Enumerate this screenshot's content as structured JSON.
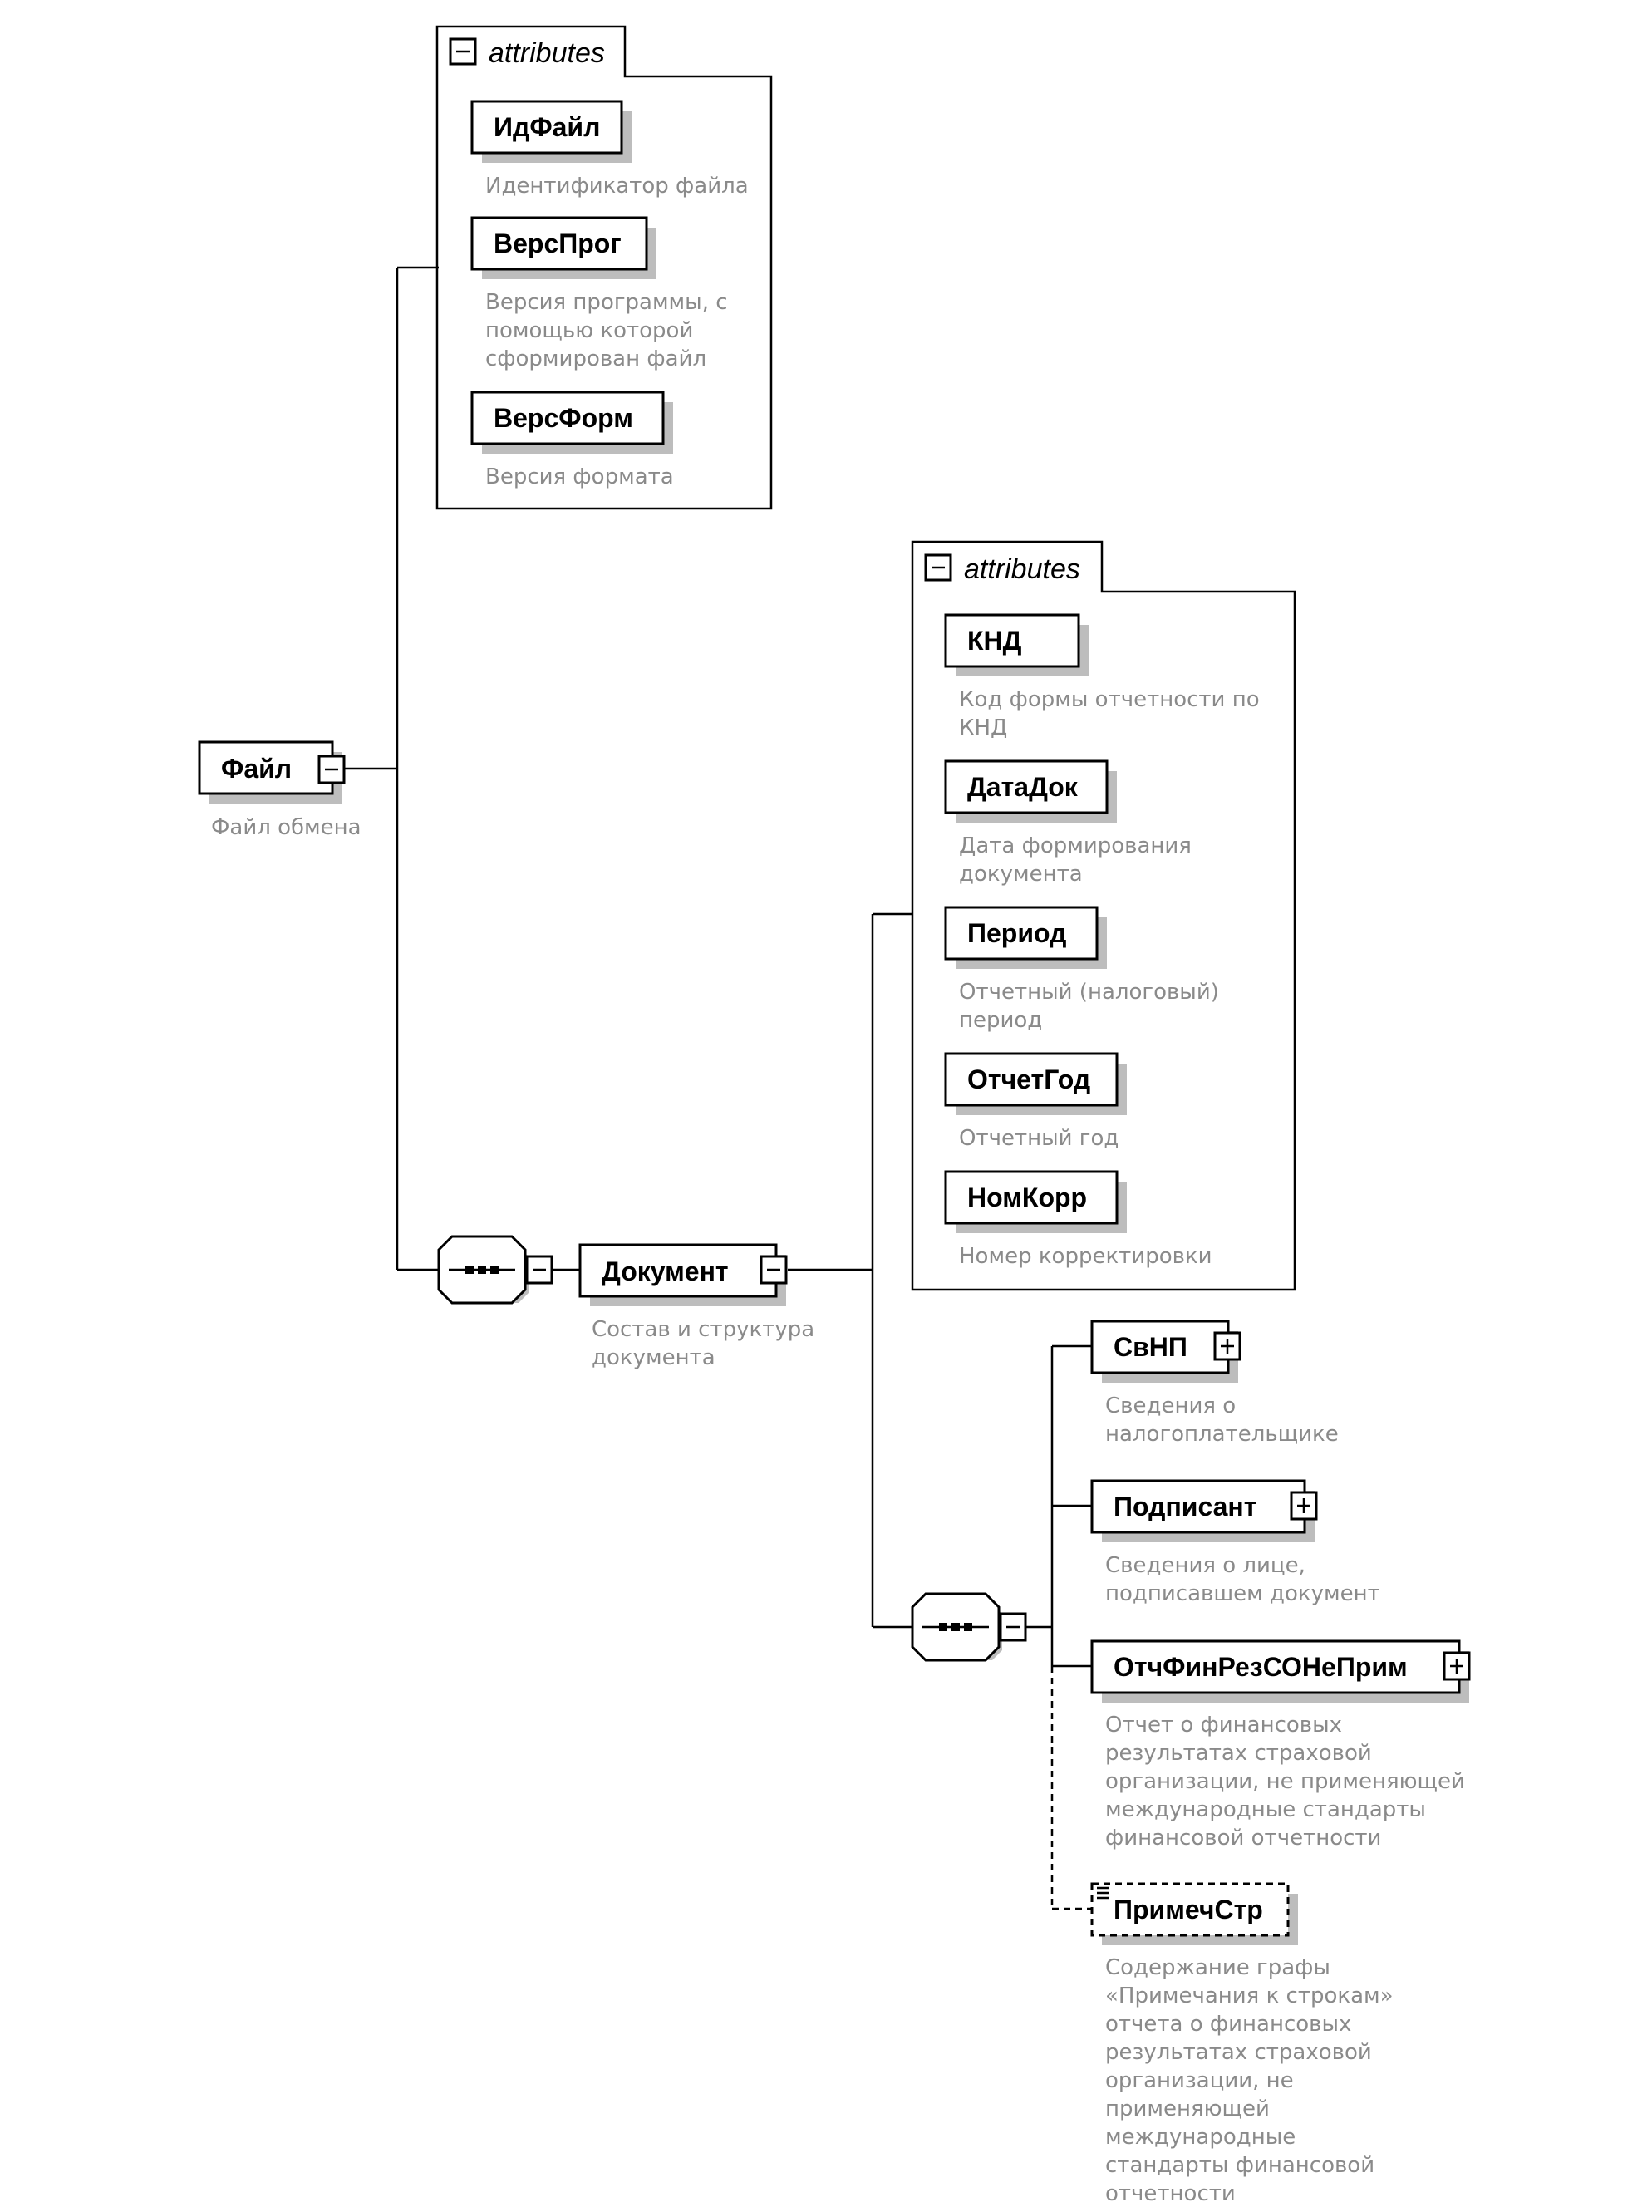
{
  "attributes_group_label": "attributes",
  "root": {
    "name": "Файл",
    "description": "Файл обмена"
  },
  "file_attributes": [
    {
      "name": "ИдФайл",
      "description": [
        "Идентификатор файла"
      ]
    },
    {
      "name": "ВерсПрог",
      "description": [
        "Версия программы, с",
        "помощью которой",
        "сформирован файл"
      ]
    },
    {
      "name": "ВерсФорм",
      "description": [
        "Версия формата"
      ]
    }
  ],
  "document": {
    "name": "Документ",
    "description": [
      "Состав и структура",
      "документа"
    ]
  },
  "document_attributes": [
    {
      "name": "КНД",
      "description": [
        "Код формы отчетности по",
        "КНД"
      ]
    },
    {
      "name": "ДатаДок",
      "description": [
        "Дата формирования",
        "документа"
      ]
    },
    {
      "name": "Период",
      "description": [
        "Отчетный (налоговый)",
        "период"
      ]
    },
    {
      "name": "ОтчетГод",
      "description": [
        "Отчетный год"
      ]
    },
    {
      "name": "НомКорр",
      "description": [
        "Номер корректировки"
      ]
    }
  ],
  "document_children": [
    {
      "name": "СвНП",
      "expandable": true,
      "optional": false,
      "description": [
        "Сведения о",
        "налогоплательщике"
      ]
    },
    {
      "name": "Подписант",
      "expandable": true,
      "optional": false,
      "description": [
        "Сведения о лице,",
        "подписавшем документ"
      ]
    },
    {
      "name": "ОтчФинРезСОНеПрим",
      "expandable": true,
      "optional": false,
      "description": [
        "Отчет о финансовых",
        "результатах страховой",
        "организации, не  применяющей",
        "международные стандарты",
        "финансовой отчетности"
      ]
    },
    {
      "name": "ПримечСтр",
      "expandable": false,
      "optional": true,
      "description": [
        "Содержание графы",
        "«Примечания к строкам»",
        "отчета о финансовых",
        "результатах страховой",
        "организации, не",
        "применяющей",
        "международные",
        "стандарты финансовой",
        "отчетности"
      ]
    }
  ]
}
